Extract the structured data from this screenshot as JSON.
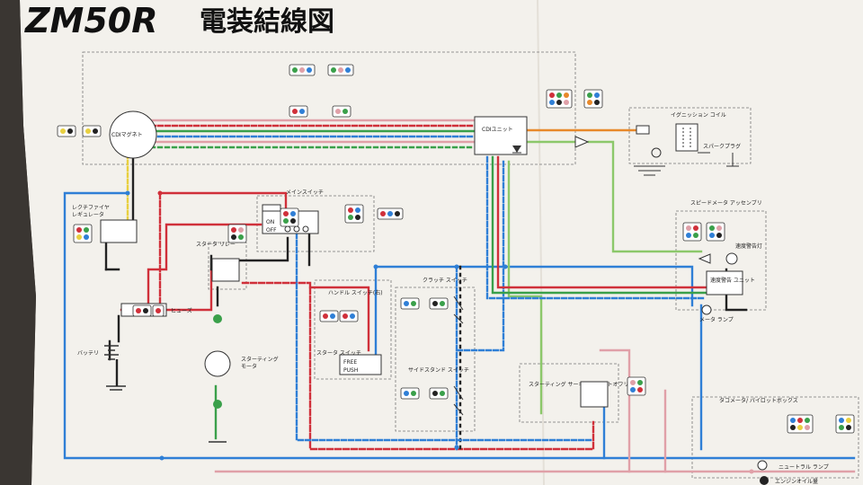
{
  "title": {
    "model": "ZM50R",
    "subtitle": "電装結線図"
  },
  "labels": {
    "cdi_magneto": "CDIマグネト",
    "cdi_unit": "CDIユニット",
    "ignition_coil": "イグニッション コイル",
    "spark_plug": "スパークプラグ",
    "rectifier": "レクチファイヤ レギュレータ",
    "main_switch": "メインスイッチ",
    "on": "ON",
    "off": "OFF",
    "starter_relay": "スタータ リレー",
    "fuse": "ヒューズ",
    "battery": "バッテリ",
    "starting_motor": "スターティング モータ",
    "handle_switch": "ハンドル スイッチ(右)",
    "starter_switch": "スタータ スイッチ",
    "free": "FREE",
    "push": "PUSH",
    "clutch_switch": "クラッチ スイッチ",
    "side_stand_switch": "サイドスタンド スイッチ",
    "starting_cutoff_relay": "スターティング サーキット カットオフリレー",
    "speedometer": "スピードメータ アッセンブリ",
    "overspeed_lamp": "速度警告灯",
    "overspeed_unit": "速度警告 ユニット",
    "meter_lamp": "メータ ランプ",
    "tacho_box": "タコメータ/ パイロットボックス",
    "neutral_lamp": "ニュートラル ランプ",
    "oil_lamp": "エンジンオイル量"
  },
  "colors": {
    "paper": "#f3f1ec",
    "red": "#d0303a",
    "blue": "#2f7fd6",
    "green": "#3aa04a",
    "lightgreen": "#8cc86a",
    "orange": "#e8892a",
    "pink": "#e0a0a8",
    "black": "#222222",
    "yellow": "#e8d040"
  }
}
